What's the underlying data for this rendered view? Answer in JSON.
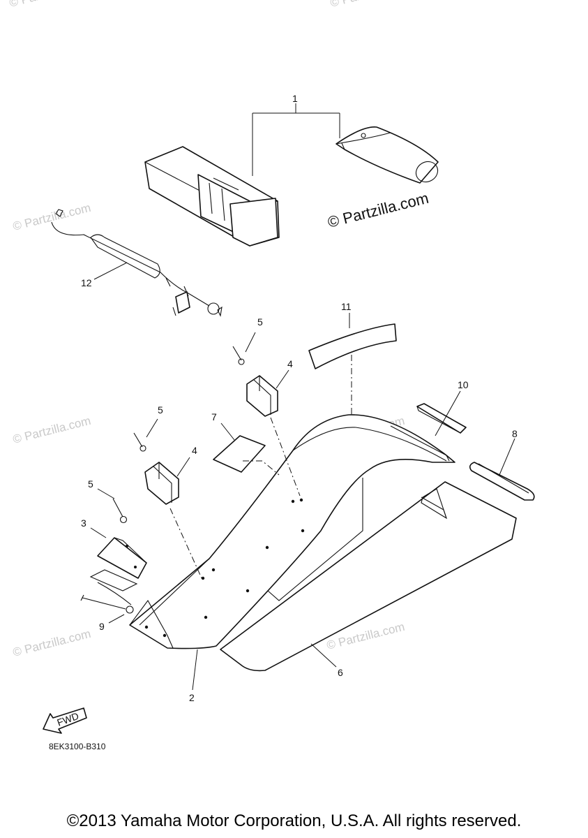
{
  "diagram": {
    "drawing_code": "8EK3100-B310",
    "fwd_label": "FWD",
    "copyright": "©2013 Yamaha Motor Corporation, U.S.A. All rights reserved.",
    "watermarks": {
      "main": "© Partzilla.com",
      "faint": "© Partzilla.com"
    },
    "callouts": {
      "c1": "1",
      "c2": "2",
      "c3": "3",
      "c4a": "4",
      "c4b": "4",
      "c5a": "5",
      "c5b": "5",
      "c5c": "5",
      "c6": "6",
      "c7": "7",
      "c8": "8",
      "c9": "9",
      "c10": "10",
      "c11": "11",
      "c12": "12"
    }
  }
}
